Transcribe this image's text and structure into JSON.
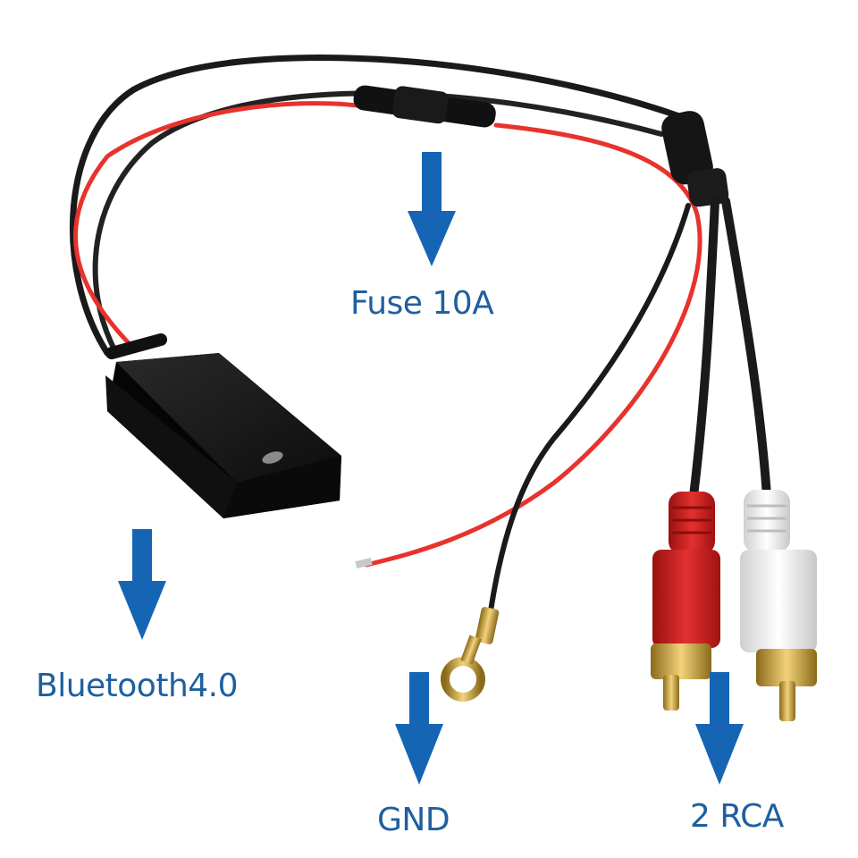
{
  "labels": {
    "fuse": "Fuse 10A",
    "bluetooth": "Bluetooth4.0",
    "gnd": "GND",
    "rca": "2 RCA"
  },
  "colors": {
    "arrow": "#1565b4",
    "label_text": "#1f5fa0",
    "red_wire": "#e8322c",
    "black_wire": "#1a1a1a",
    "rca_red": "#d81f1f",
    "rca_white": "#f2f2f2",
    "gold": "#d9a93a"
  },
  "icons": {
    "arrow": "arrow-down-icon"
  }
}
